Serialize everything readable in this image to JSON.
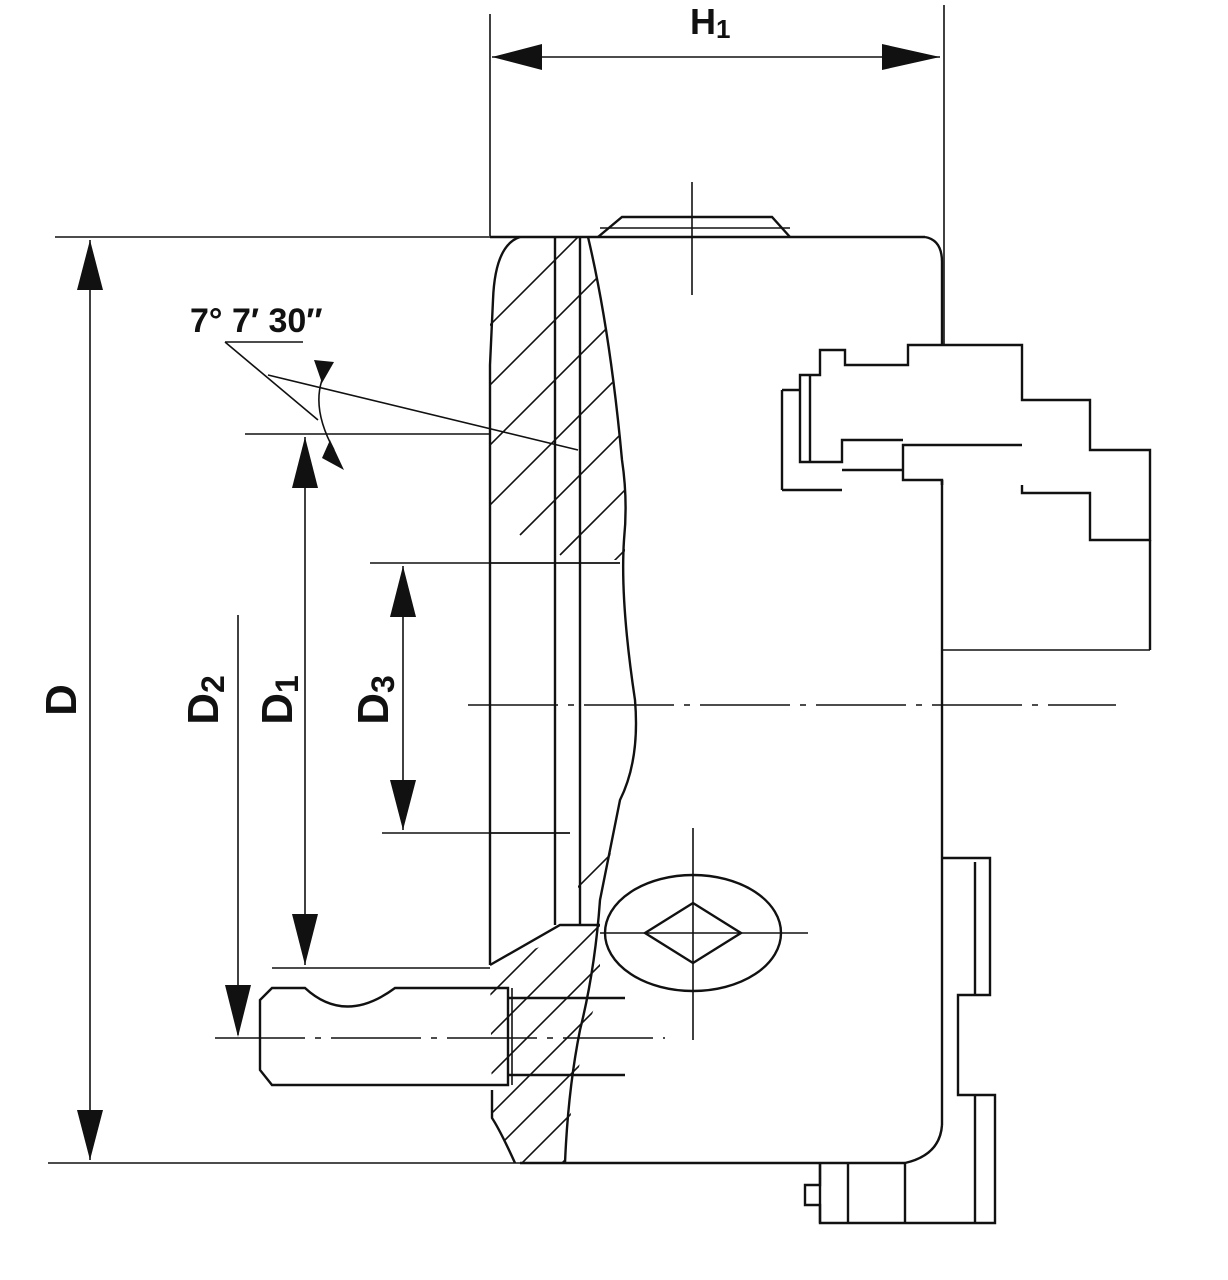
{
  "diagram": {
    "labels": {
      "H1": {
        "main": "H",
        "sub": "1"
      },
      "D": {
        "main": "D",
        "sub": ""
      },
      "D1": {
        "main": "D",
        "sub": "1"
      },
      "D2": {
        "main": "D",
        "sub": "2"
      },
      "D3": {
        "main": "D",
        "sub": "3"
      },
      "angle": "7° 7′ 30″"
    }
  }
}
